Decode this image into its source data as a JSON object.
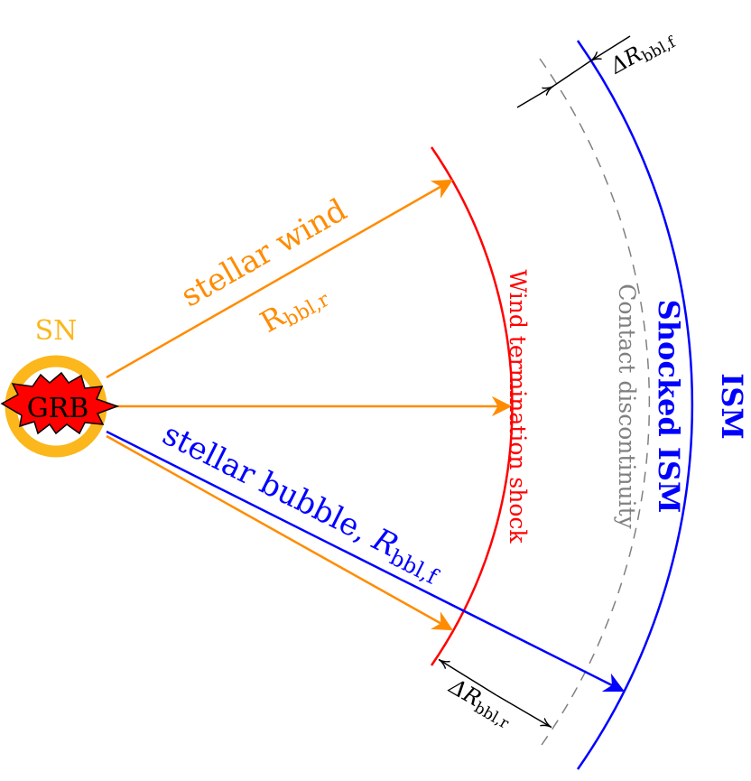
{
  "labels": {
    "sn": "SN",
    "grb": "GRB",
    "stellar_wind": "stellar wind",
    "r_bbl_r_sym": "R",
    "r_bbl_r_sub": "bbl,r",
    "stellar_bubble": "stellar bubble, ",
    "r_bbl_f_sym": "R",
    "r_bbl_f_sub": "bbl,f",
    "wind_termination_shock": "Wind termination shock",
    "contact_discontinuity": "Contact discontinuity",
    "shocked_ism": "Shocked ISM",
    "ism": "ISM",
    "delta_r_f_sym": "ΔR",
    "delta_r_f_sub": "bbl,f",
    "delta_r_r_sym": "ΔR",
    "delta_r_r_sub": "bbl,r"
  },
  "colors": {
    "sn": "#fbb71b",
    "wind": "#ff8c00",
    "shock": "#ff0000",
    "bubble": "#0000ff",
    "contact": "#808080",
    "grb_fill": "#ff0000"
  }
}
